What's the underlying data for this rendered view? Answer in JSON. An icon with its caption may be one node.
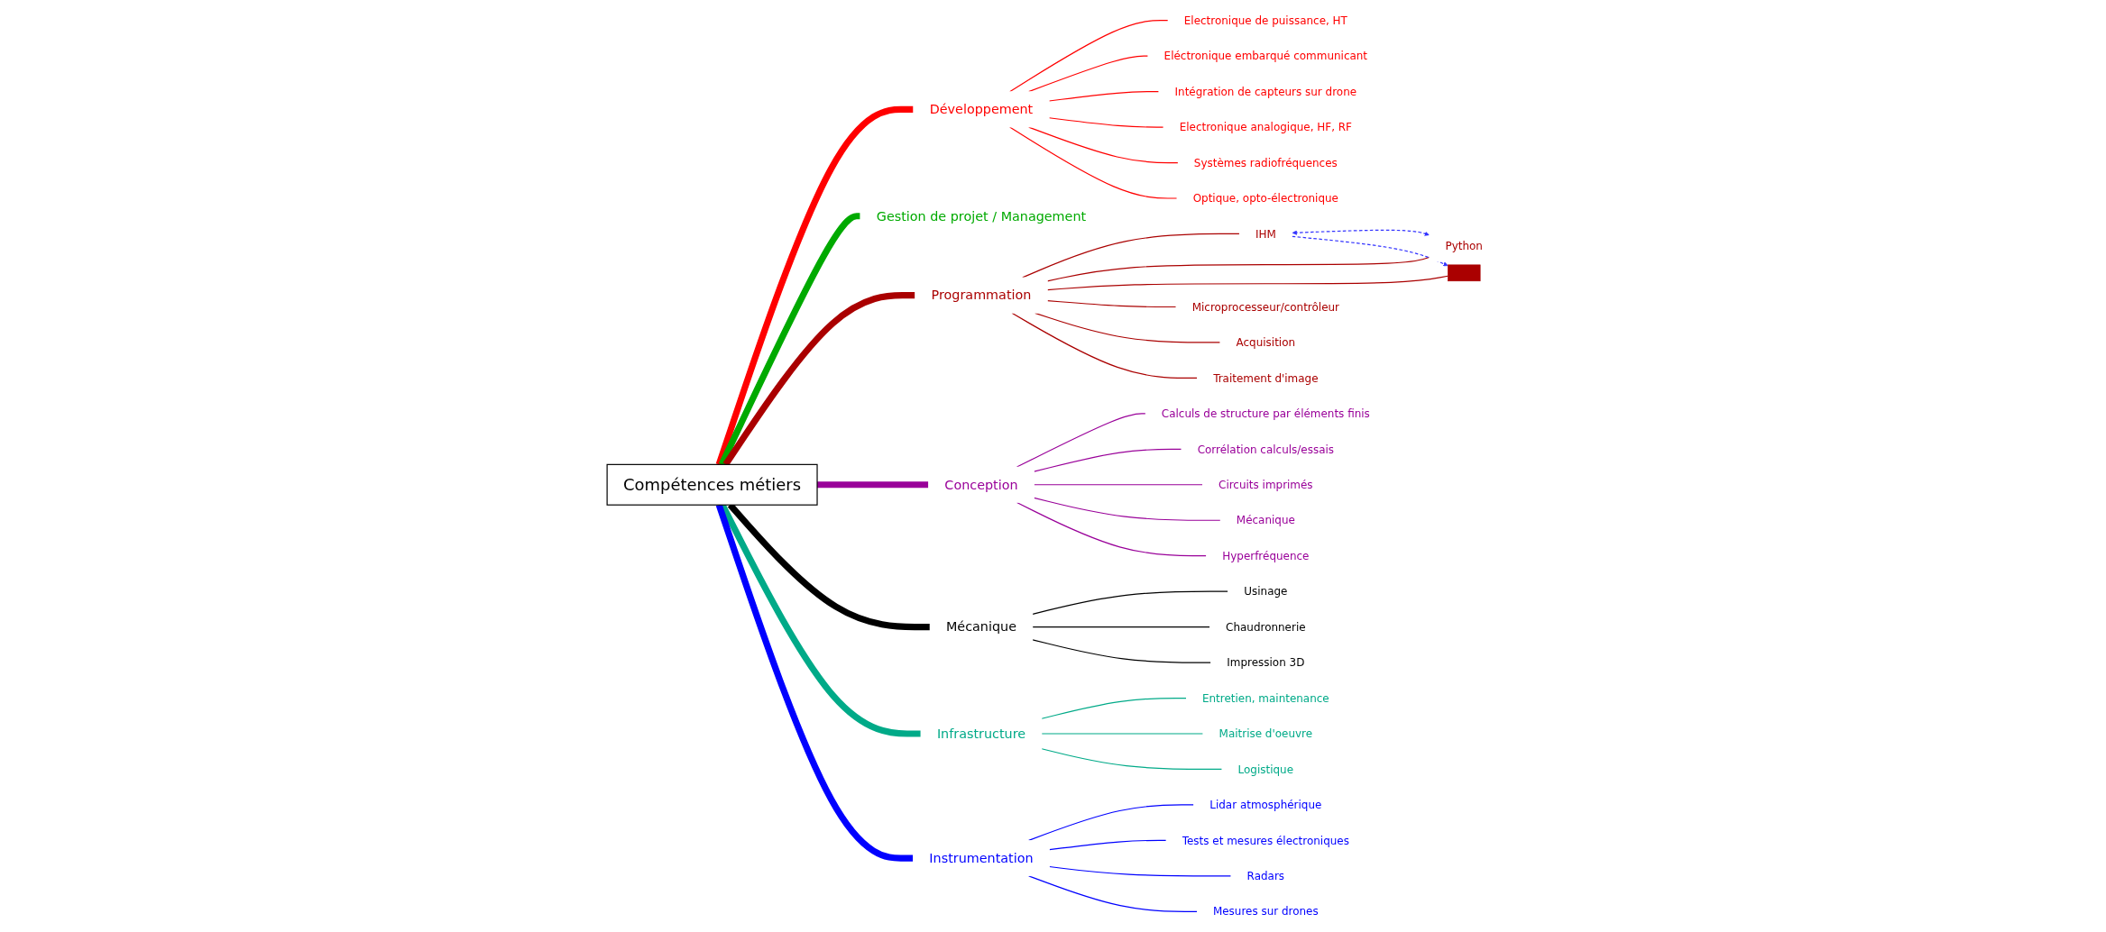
{
  "diagram": {
    "nodes": [
      {
        "text": [
          "Compétences métiers"
        ]
      },
      {
        "text": [
          "Développement"
        ]
      },
      {
        "text": [
          "Electronique de puissance, HT"
        ]
      },
      {
        "text": [
          "Eléctronique embarqué communicant"
        ]
      },
      {
        "text": [
          "Intégration de capteurs sur drone"
        ]
      },
      {
        "text": [
          "Electronique analogique, HF, RF"
        ]
      },
      {
        "text": [
          "Systèmes radiofréquences"
        ]
      },
      {
        "text": [
          "Optique, opto-électronique"
        ]
      },
      {
        "text": [
          "Gestion de projet / Management"
        ]
      },
      {
        "text": [
          "Programmation"
        ]
      },
      {
        "text": [
          "IHM"
        ]
      },
      {
        "text": [
          "Python"
        ]
      },
      {
        "text": [],
        "shape": "bar"
      },
      {
        "text": [
          "Microprocesseur/contrôleur"
        ]
      },
      {
        "text": [
          "Acquisition"
        ]
      },
      {
        "text": [
          "Traitement d'image"
        ]
      },
      {
        "text": [
          "Conception"
        ]
      },
      {
        "text": [
          "Calculs de structure par éléments finis"
        ]
      },
      {
        "text": [
          "Corrélation calculs/essais"
        ]
      },
      {
        "text": [
          "Circuits imprimés"
        ]
      },
      {
        "text": [
          "Mécanique"
        ]
      },
      {
        "text": [
          "Hyperfréquence"
        ]
      },
      {
        "text": [
          "Mécanique"
        ]
      },
      {
        "text": [
          "Usinage"
        ]
      },
      {
        "text": [
          "Chaudronnerie"
        ]
      },
      {
        "text": [
          "Impression 3D"
        ]
      },
      {
        "text": [
          "Infrastructure"
        ]
      },
      {
        "text": [
          "Entretien, maintenance"
        ]
      },
      {
        "text": [
          "Maitrise d'oeuvre"
        ]
      },
      {
        "text": [
          "Logistique"
        ]
      },
      {
        "text": [
          "Instrumentation"
        ]
      },
      {
        "text": [
          "Lidar atmosphérique"
        ]
      },
      {
        "text": [
          "Tests et mesures électroniques"
        ]
      },
      {
        "text": [
          "Radars"
        ]
      },
      {
        "text": [
          "Mesures sur drones"
        ]
      }
    ],
    "edges": [
      {
        "from": 0,
        "to": 1,
        "arrow": "none",
        "style": "thick",
        "color": "#ff0000"
      },
      {
        "from": 1,
        "to": 2,
        "arrow": "none",
        "color": "#ff0000"
      },
      {
        "from": 1,
        "to": 3,
        "arrow": "none",
        "color": "#ff0000"
      },
      {
        "from": 1,
        "to": 4,
        "arrow": "none",
        "color": "#ff0000"
      },
      {
        "from": 1,
        "to": 5,
        "arrow": "none",
        "color": "#ff0000"
      },
      {
        "from": 1,
        "to": 6,
        "arrow": "none",
        "color": "#ff0000"
      },
      {
        "from": 1,
        "to": 7,
        "arrow": "none",
        "color": "#ff0000"
      },
      {
        "from": 0,
        "to": 8,
        "arrow": "none",
        "style": "thick",
        "color": "#00aa00"
      },
      {
        "from": 0,
        "to": 9,
        "arrow": "none",
        "style": "thick",
        "color": "#aa0000"
      },
      {
        "from": 9,
        "to": 10,
        "arrow": "none",
        "color": "#aa0000"
      },
      {
        "from": 9,
        "to": 11,
        "arrow": "none",
        "color": "#aa0000"
      },
      {
        "from": 9,
        "to": 12,
        "arrow": "none",
        "color": "#aa0000"
      },
      {
        "from": 9,
        "to": 13,
        "arrow": "none",
        "color": "#aa0000"
      },
      {
        "from": 9,
        "to": 14,
        "arrow": "none",
        "color": "#aa0000"
      },
      {
        "from": 9,
        "to": 15,
        "arrow": "none",
        "color": "#aa0000"
      },
      {
        "from": 0,
        "to": 16,
        "arrow": "none",
        "style": "thick",
        "color": "#990099"
      },
      {
        "from": 16,
        "to": 17,
        "arrow": "none",
        "color": "#990099"
      },
      {
        "from": 16,
        "to": 18,
        "arrow": "none",
        "color": "#990099"
      },
      {
        "from": 16,
        "to": 19,
        "arrow": "none",
        "color": "#990099"
      },
      {
        "from": 16,
        "to": 20,
        "arrow": "none",
        "color": "#990099"
      },
      {
        "from": 16,
        "to": 21,
        "arrow": "none",
        "color": "#990099"
      },
      {
        "from": 0,
        "to": 22,
        "arrow": "none",
        "style": "thick",
        "color": "#000000"
      },
      {
        "from": 22,
        "to": 23,
        "arrow": "none",
        "color": "#000000"
      },
      {
        "from": 22,
        "to": 24,
        "arrow": "none",
        "color": "#000000"
      },
      {
        "from": 22,
        "to": 25,
        "arrow": "none",
        "color": "#000000"
      },
      {
        "from": 0,
        "to": 26,
        "arrow": "none",
        "style": "thick",
        "color": "#00aa88"
      },
      {
        "from": 26,
        "to": 27,
        "arrow": "none",
        "color": "#00aa88"
      },
      {
        "from": 26,
        "to": 28,
        "arrow": "none",
        "color": "#00aa88"
      },
      {
        "from": 26,
        "to": 29,
        "arrow": "none",
        "color": "#00aa88"
      },
      {
        "from": 0,
        "to": 30,
        "arrow": "none",
        "style": "thick",
        "color": "#0000ff"
      },
      {
        "from": 30,
        "to": 31,
        "arrow": "none",
        "color": "#0000ff"
      },
      {
        "from": 30,
        "to": 32,
        "arrow": "none",
        "color": "#0000ff"
      },
      {
        "from": 30,
        "to": 33,
        "arrow": "none",
        "color": "#0000ff"
      },
      {
        "from": 30,
        "to": 34,
        "arrow": "none",
        "color": "#0000ff"
      },
      {
        "from": 10,
        "to": 11,
        "arrow": "both",
        "style": "dashed",
        "color": "#3333ff"
      },
      {
        "from": 10,
        "to": 12,
        "arrow": "to",
        "style": "dashed",
        "color": "#3333ff"
      }
    ]
  }
}
